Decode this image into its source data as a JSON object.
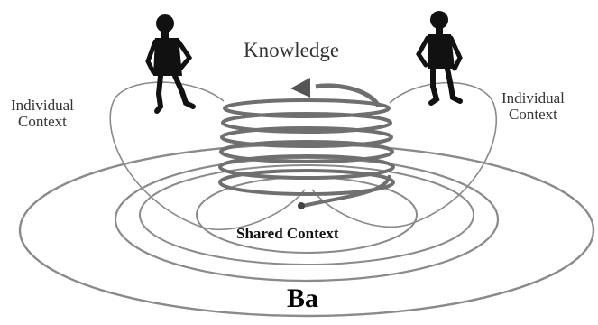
{
  "labels": {
    "knowledge": "Knowledge",
    "individual_left_line1": "Individual",
    "individual_left_line2": "Context",
    "individual_right_line1": "Individual",
    "individual_right_line2": "Context",
    "shared_context": "Shared Context",
    "ba": "Ba"
  },
  "colors": {
    "outline": "#8a8a8a",
    "spiral": "#6f6f6f",
    "figure": "#111111",
    "background": "#ffffff"
  },
  "icons": {
    "left_person": "person-standing-icon",
    "right_person": "person-standing-icon",
    "arrow": "spiral-arrow-icon"
  }
}
